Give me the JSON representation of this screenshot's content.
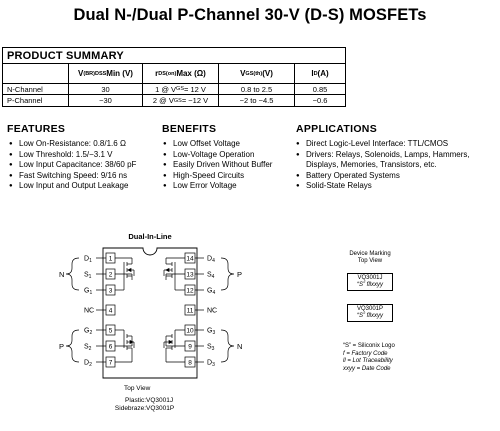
{
  "title": "Dual N-/Dual P-Channel 30-V (D-S) MOSFETs",
  "product_summary": {
    "heading": "PRODUCT SUMMARY",
    "columns": {
      "c1": "",
      "vbr_main": "V",
      "vbr_sub": "(BR)DSS",
      "vbr_unit": " Min (V)",
      "rds_main": "r",
      "rds_sub": "DS(on)",
      "rds_unit": " Max (Ω)",
      "vgs_main": "V",
      "vgs_sub": "GS(th)",
      "vgs_unit": " (V)",
      "id_main": "I",
      "id_sub": "D",
      "id_unit": " (A)"
    },
    "rows": [
      {
        "channel": "N-Channel",
        "vbr": "30",
        "rds": "1 @ V",
        "rds_cond_sub": "GS",
        "rds_cond": " = 12 V",
        "vgs": "0.8 to 2.5",
        "id": "0.85"
      },
      {
        "channel": "P-Channel",
        "vbr": "−30",
        "rds": "2 @ V",
        "rds_cond_sub": "GS",
        "rds_cond": " = −12 V",
        "vgs": "−2 to −4.5",
        "id": "−0.6"
      }
    ]
  },
  "features": {
    "heading": "FEATURES",
    "items": [
      "Low On-Resistance:  0.8/1.6 Ω",
      "Low Threshold:  1.5/−3.1 V",
      "Low Input Capacitance:  38/60 pF",
      "Fast Switching Speed:  9/16 ns",
      "Low Input and Output Leakage"
    ]
  },
  "benefits": {
    "heading": "BENEFITS",
    "items": [
      "Low Offset Voltage",
      "Low-Voltage Operation",
      "Easily Driven Without Buffer",
      "High-Speed Circuits",
      "Low Error Voltage"
    ]
  },
  "applications": {
    "heading": "APPLICATIONS",
    "items": [
      "Direct Logic-Level Interface:  TTL/CMOS",
      "Drivers:  Relays, Solenoids, Lamps, Hammers,",
      "Displays, Memories, Transistors, etc.",
      "Battery Operated Systems",
      "Solid-State Relays"
    ]
  },
  "diagram": {
    "package_title": "Dual-In-Line",
    "left_pins": [
      {
        "name": "D",
        "sub": "1",
        "num": "1"
      },
      {
        "name": "S",
        "sub": "1",
        "num": "2"
      },
      {
        "name": "G",
        "sub": "1",
        "num": "3"
      },
      {
        "name": "NC",
        "sub": "",
        "num": "4"
      },
      {
        "name": "G",
        "sub": "2",
        "num": "5"
      },
      {
        "name": "S",
        "sub": "2",
        "num": "6"
      },
      {
        "name": "D",
        "sub": "2",
        "num": "7"
      }
    ],
    "right_pins": [
      {
        "name": "D",
        "sub": "4",
        "num": "14"
      },
      {
        "name": "S",
        "sub": "4",
        "num": "13"
      },
      {
        "name": "G",
        "sub": "4",
        "num": "12"
      },
      {
        "name": "NC",
        "sub": "",
        "num": "11"
      },
      {
        "name": "G",
        "sub": "3",
        "num": "10"
      },
      {
        "name": "S",
        "sub": "3",
        "num": "9"
      },
      {
        "name": "D",
        "sub": "3",
        "num": "8"
      }
    ],
    "left_upper_type": "N",
    "left_lower_type": "P",
    "right_upper_type": "P",
    "right_lower_type": "N",
    "top_view": "Top View",
    "plastic_label": "Plastic:",
    "plastic_value": "VQ3001J",
    "sidebraze_label": "Sidebraze:",
    "sidebraze_value": "VQ3001P"
  },
  "device_marking": {
    "title_line1": "Device Marking",
    "title_line2": "Top View",
    "box1_line1": "VQ3001J",
    "box1_line2": "“S” fllxxyy",
    "box2_line1": "VQ3001P",
    "box2_line2": "“S” fllxxyy",
    "legend": [
      "“S” = Siliconix Logo",
      "f = Factory Code",
      "ll = Lot Traceability",
      "xxyy = Date Code"
    ]
  }
}
